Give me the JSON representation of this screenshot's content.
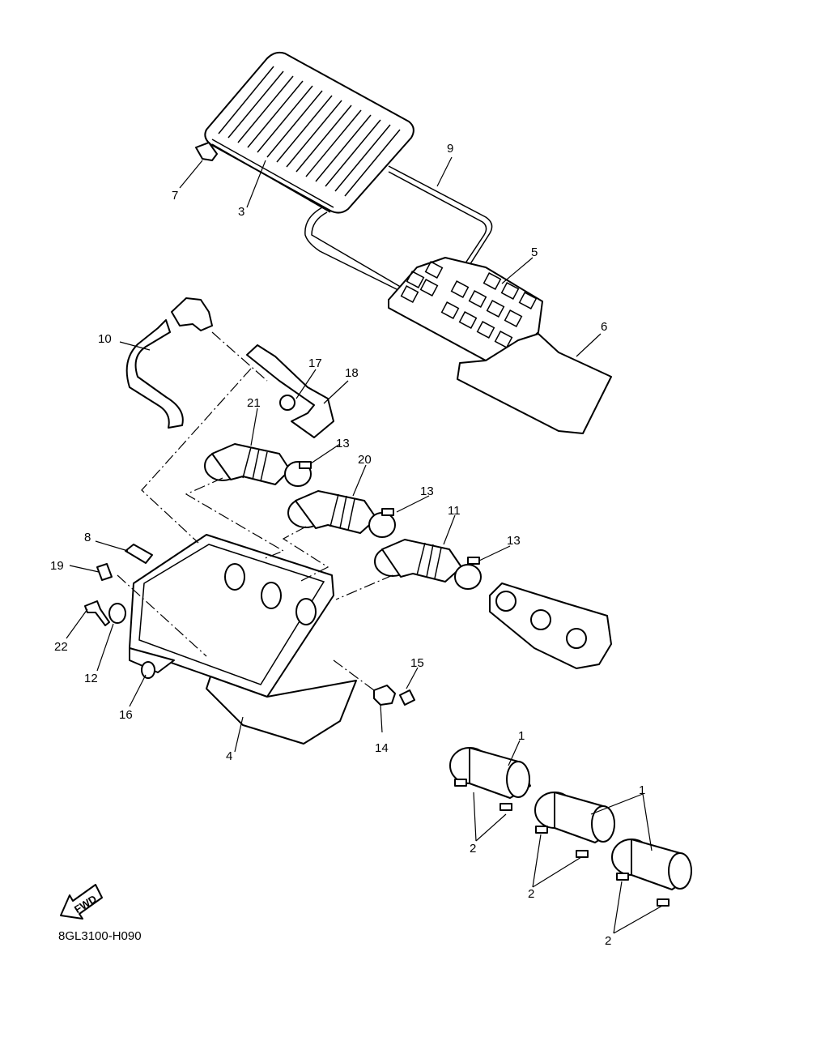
{
  "diagram_code": "8GL3100-H090",
  "fwd_label": "FWD",
  "callouts": {
    "c1a": "1",
    "c1b": "1",
    "c2a": "2",
    "c2b": "2",
    "c2c": "2",
    "c3": "3",
    "c4": "4",
    "c5": "5",
    "c6": "6",
    "c7": "7",
    "c8": "8",
    "c9": "9",
    "c10": "10",
    "c11": "11",
    "c12": "12",
    "c13a": "13",
    "c13b": "13",
    "c13c": "13",
    "c14": "14",
    "c15": "15",
    "c16": "16",
    "c17": "17",
    "c18": "18",
    "c19": "19",
    "c20": "20",
    "c21": "21",
    "c22": "22"
  }
}
